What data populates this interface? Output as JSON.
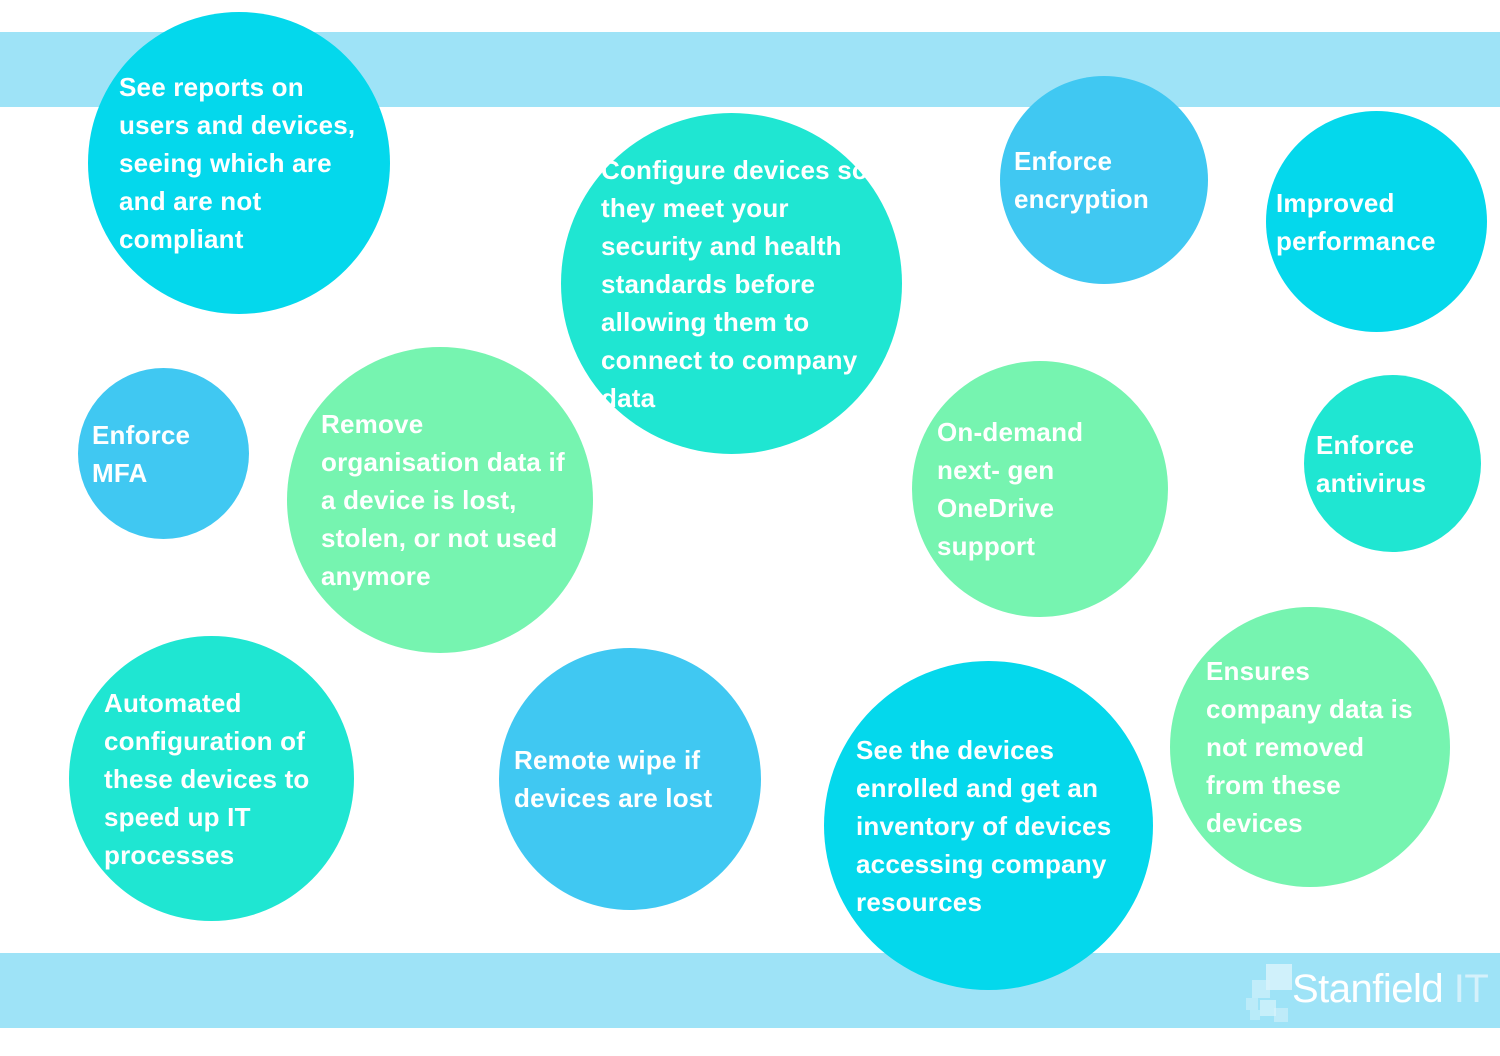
{
  "bubbles": [
    {
      "id": "compliance-reports",
      "text": "See reports on users and devices, seeing which are and are not compliant",
      "color": "#04d8ec"
    },
    {
      "id": "configure-devices",
      "text": "Configure devices so they meet your security and health standards before allowing them to connect to company data",
      "color": "#1fe6d2"
    },
    {
      "id": "enforce-encryption",
      "text": "Enforce encryption",
      "color": "#40c8f2"
    },
    {
      "id": "improved-performance",
      "text": "Improved performance",
      "color": "#04d8ec"
    },
    {
      "id": "enforce-mfa",
      "text": "Enforce MFA",
      "color": "#40c8f2"
    },
    {
      "id": "remove-organisation-data",
      "text": "Remove organisation data if a device is lost, stolen, or not used anymore",
      "color": "#76f4b0"
    },
    {
      "id": "onedrive-support",
      "text": "On-demand next- gen OneDrive support",
      "color": "#76f4b0"
    },
    {
      "id": "enforce-antivirus",
      "text": "Enforce antivirus",
      "color": "#1fe6d2"
    },
    {
      "id": "automated-configuration",
      "text": "Automated configuration of these devices to speed up IT processes",
      "color": "#1fe6d2"
    },
    {
      "id": "remote-wipe",
      "text": "Remote wipe if devices are lost",
      "color": "#40c8f2"
    },
    {
      "id": "device-inventory",
      "text": "See the devices enrolled and get an inventory of devices accessing company resources",
      "color": "#04d8ec"
    },
    {
      "id": "company-data-protection",
      "text": "Ensures company data is not removed from these devices",
      "color": "#76f4b0"
    }
  ],
  "logo": {
    "name": "Stanfield",
    "suffix": "IT"
  },
  "colors": {
    "band": "#9ee3f7",
    "text": "#ffffff"
  }
}
